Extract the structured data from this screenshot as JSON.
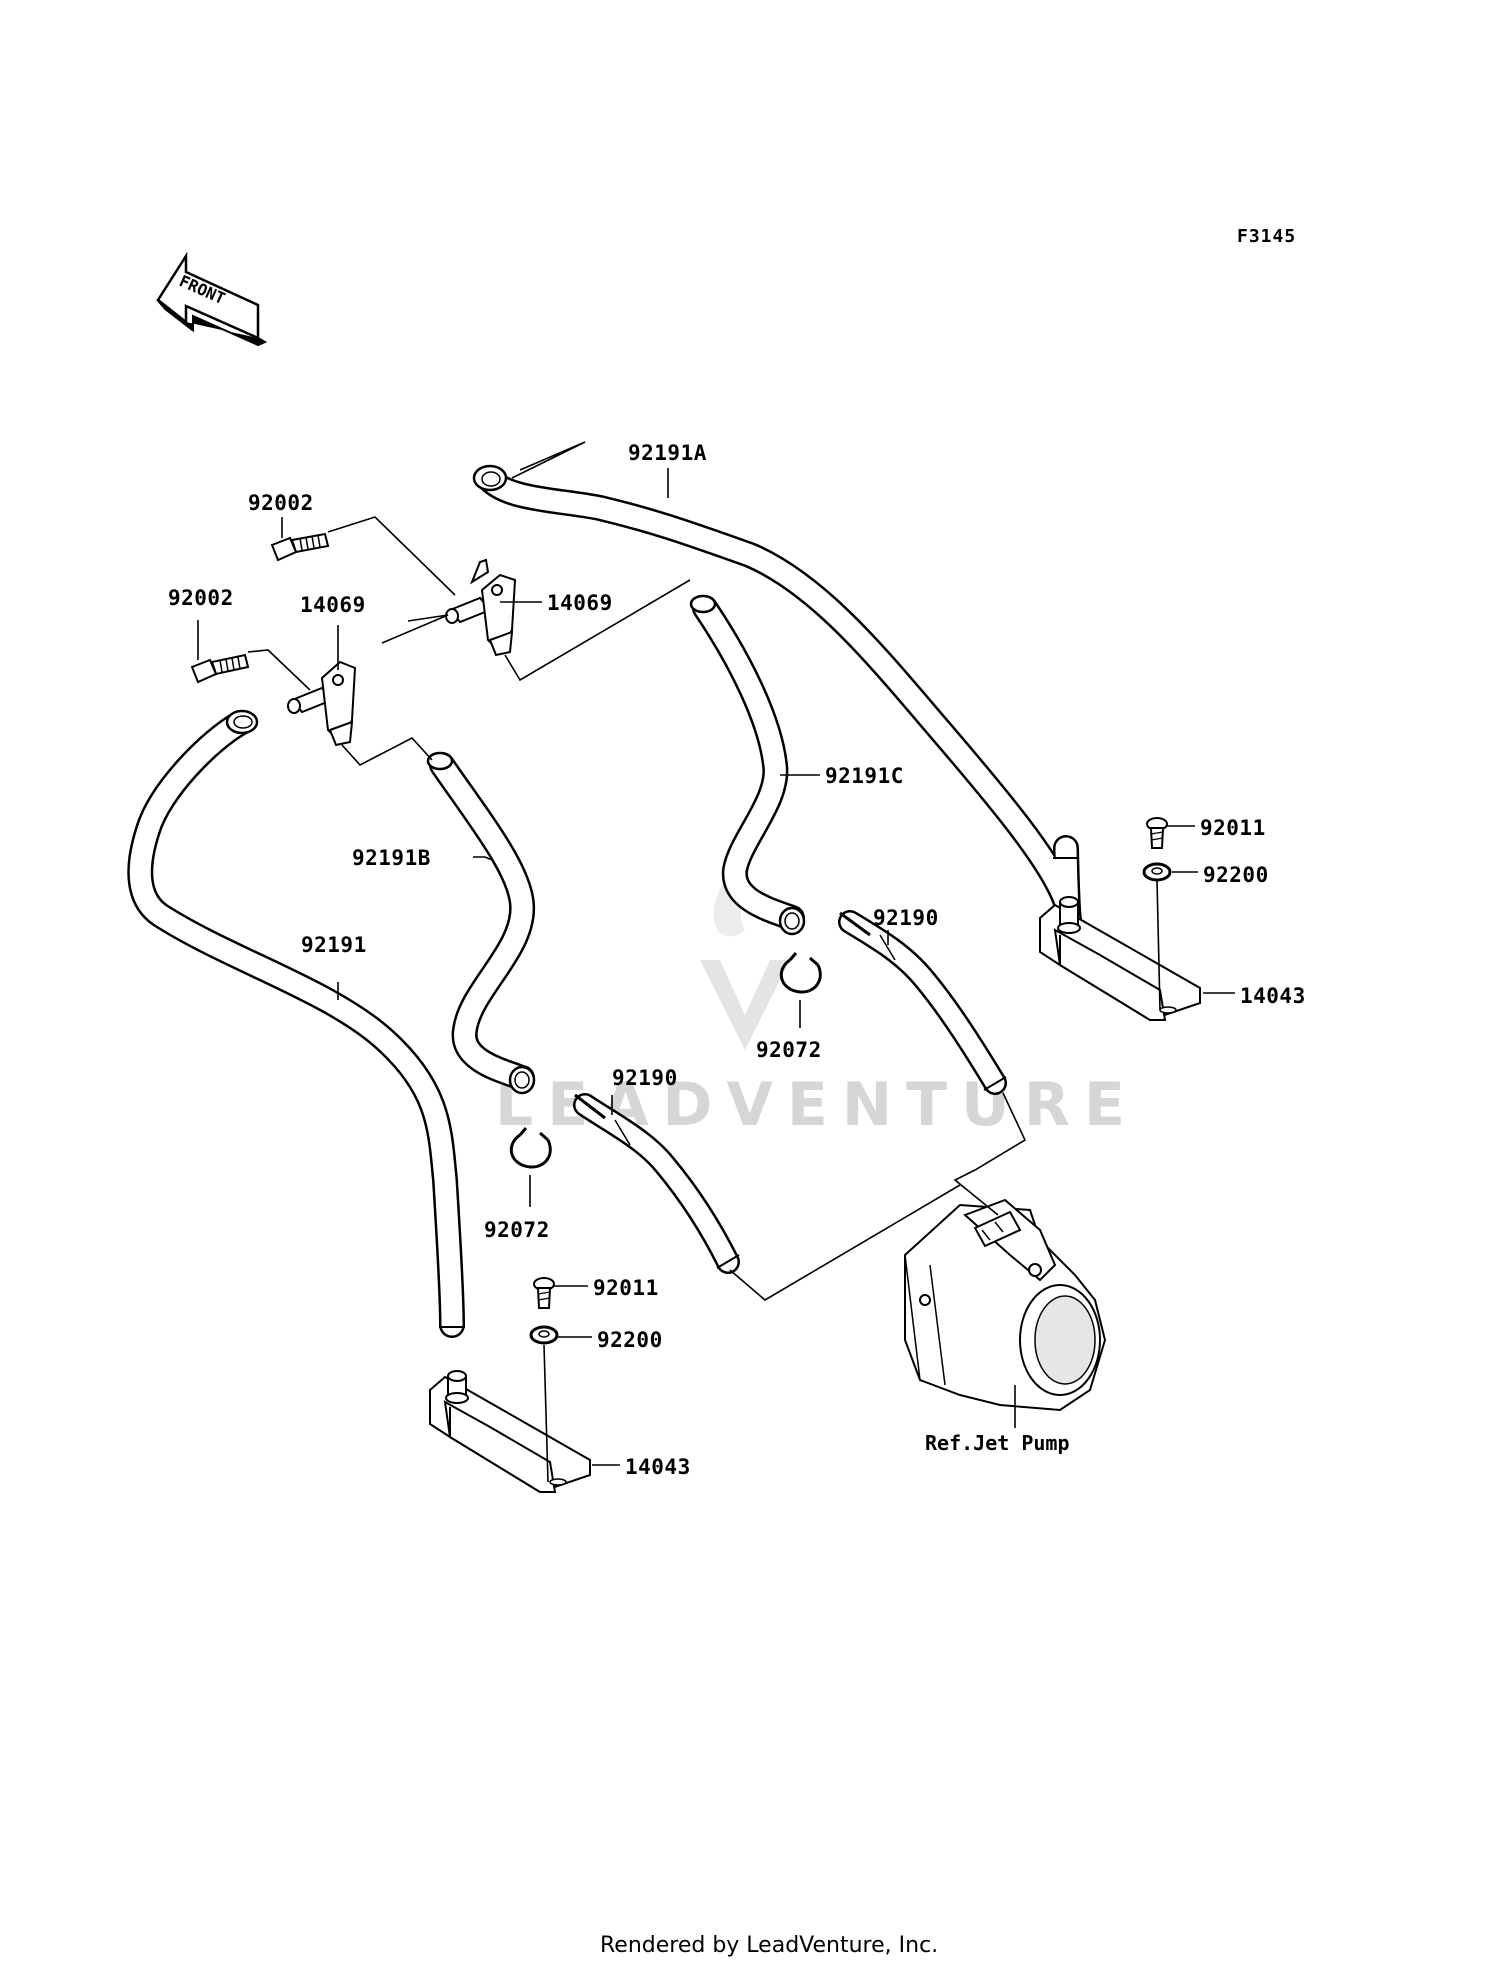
{
  "diagram_code": "F3145",
  "front_label": "FRONT",
  "watermark": "LEADVENTURE",
  "footer": "Rendered by LeadVenture, Inc.",
  "labels": {
    "p92191A": "92191A",
    "p92002_top": "92002",
    "p14069_right": "14069",
    "p92002_left": "92002",
    "p14069_left": "14069",
    "p92191C": "92191C",
    "p92191B": "92191B",
    "p92011_right": "92011",
    "p92200_right": "92200",
    "p92190_right": "92190",
    "p92191": "92191",
    "p14043_right": "14043",
    "p92072_right": "92072",
    "p92190_left": "92190",
    "p92072_left": "92072",
    "p92011_left": "92011",
    "p92200_left": "92200",
    "p14043_left": "14043",
    "ref_jet_pump": "Ref.Jet Pump"
  }
}
